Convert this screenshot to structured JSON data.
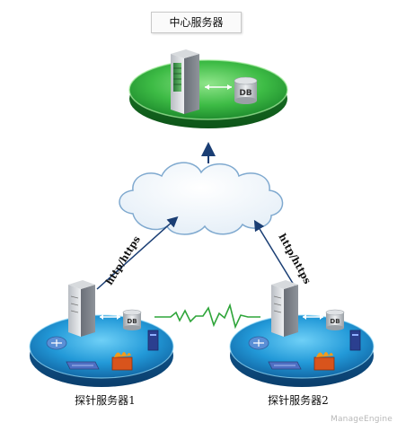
{
  "central": {
    "title": "中心服务器",
    "db_label": "DB"
  },
  "probes": [
    {
      "label": "探针服务器1",
      "db_label": "DB"
    },
    {
      "label": "探针服务器2",
      "db_label": "DB"
    }
  ],
  "links": {
    "left": "http/https",
    "right": "http/https"
  },
  "watermark": "ManageEngine",
  "colors": {
    "central_disc": "#2faa45",
    "probe_disc": "#1b8fd0",
    "arrow": "#1a3e74",
    "heartbeat": "#2fa53a"
  }
}
